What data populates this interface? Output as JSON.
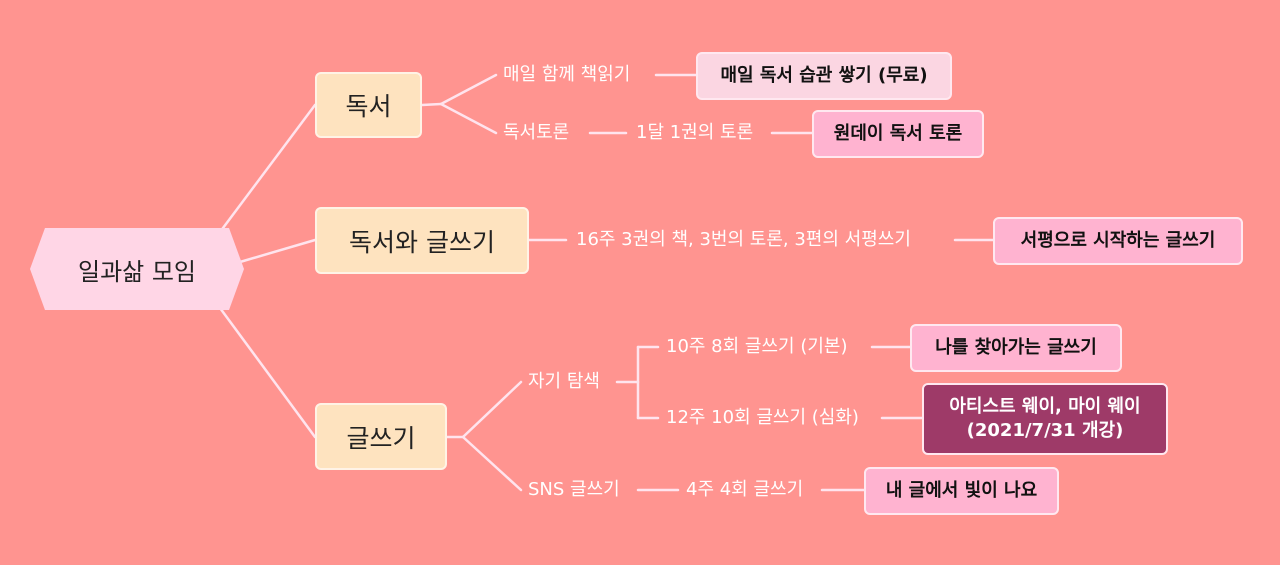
{
  "root": {
    "label": "일과삶 모임"
  },
  "branches": [
    {
      "label": "독서",
      "children": [
        {
          "label": "매일 함께 책읽기",
          "leaf": "매일 독서 습관 쌓기 (무료)"
        },
        {
          "label": "독서토론",
          "sub": "1달 1권의 토론",
          "leaf": "원데이 독서 토론"
        }
      ]
    },
    {
      "label": "독서와 글쓰기",
      "children": [
        {
          "label": "16주 3권의 책, 3번의 토론, 3편의 서평쓰기",
          "leaf": "서평으로 시작하는 글쓰기"
        }
      ]
    },
    {
      "label": "글쓰기",
      "children": [
        {
          "label": "자기 탐색",
          "subs": [
            {
              "label": "10주 8회 글쓰기 (기본)",
              "leaf": "나를 찾아가는 글쓰기"
            },
            {
              "label": "12주 10회 글쓰기 (심화)",
              "leaf_line1": "아티스트 웨이, 마이 웨이",
              "leaf_line2": "(2021/7/31 개강)"
            }
          ]
        },
        {
          "label": "SNS 글쓰기",
          "sub": "4주 4회 글쓰기",
          "leaf": "내 글에서 빛이 나요"
        }
      ]
    }
  ],
  "colors": {
    "background": "#ff9490",
    "root_fill": "#ffd6e6",
    "branch_fill": "#fee3bf",
    "leaf_fill": "#ffb3d0",
    "leaf_light_fill": "#fbd6e2",
    "leaf_dark_fill": "#9e3a68",
    "line": "#ffe4ee"
  }
}
